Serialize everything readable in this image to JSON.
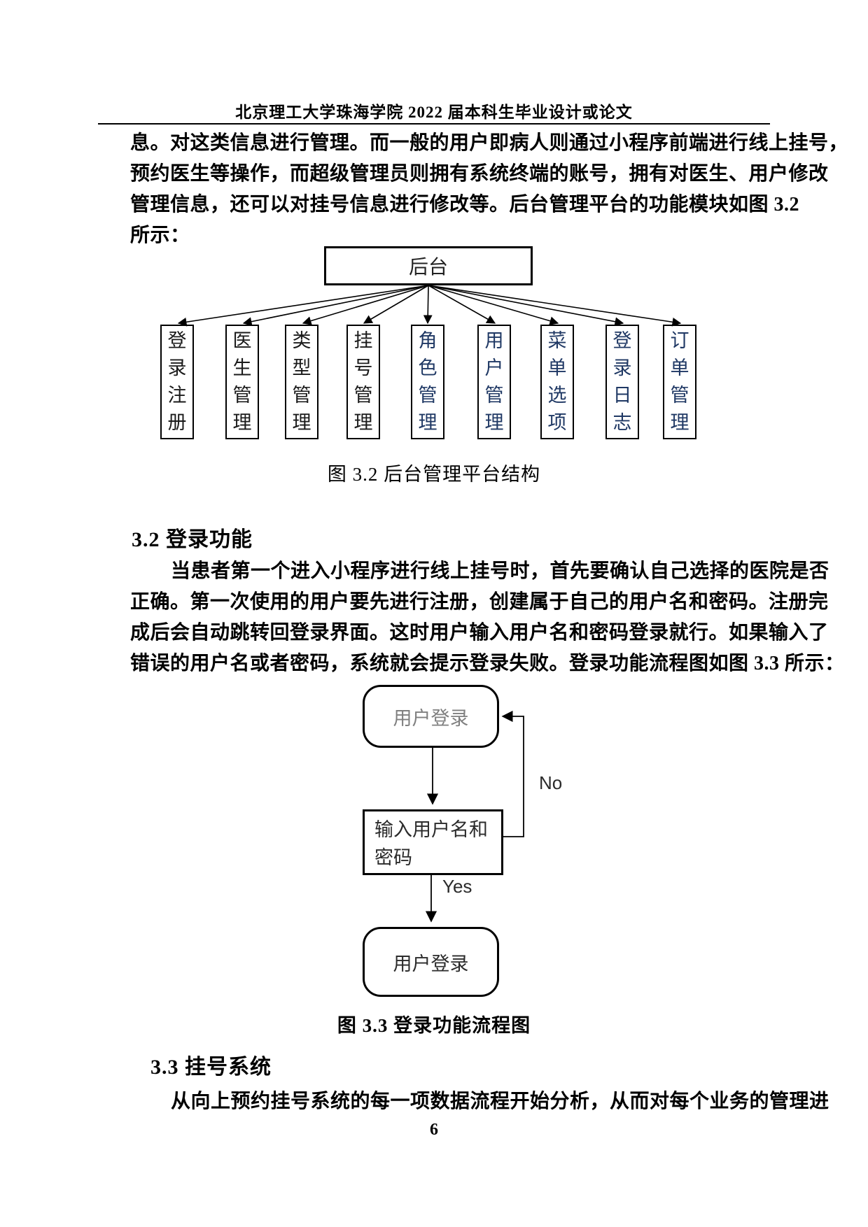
{
  "header": {
    "title": "北京理工大学珠海学院 2022 届本科生毕业设计或论文"
  },
  "para1": {
    "lines": [
      "息。对这类信息进行管理。而一般的用户即病人则通过小程序前端进行线上挂号，",
      "预约医生等操作，而超级管理员则拥有系统终端的账号，拥有对医生、用户修改",
      "管理信息，还可以对挂号信息进行修改等。后台管理平台的功能模块如图 3.2",
      "所示："
    ]
  },
  "figure32": {
    "root_label": "后台",
    "children": [
      {
        "label": "登录注册",
        "color": "#1a1a1a"
      },
      {
        "label": "医生管理",
        "color": "#1a1a1a"
      },
      {
        "label": "类型管理",
        "color": "#1a1a1a"
      },
      {
        "label": "挂号管理",
        "color": "#1a1a1a"
      },
      {
        "label": "角色管理",
        "color": "#1F3864"
      },
      {
        "label": "用户管理",
        "color": "#1F3864"
      },
      {
        "label": "菜单选项",
        "color": "#1F3864"
      },
      {
        "label": "登录日志",
        "color": "#1F3864"
      },
      {
        "label": "订单管理",
        "color": "#1F3864"
      }
    ],
    "caption": "图 3.2 后台管理平台结构"
  },
  "section32": {
    "heading": "3.2 登录功能",
    "lines": [
      "当患者第一个进入小程序进行线上挂号时，首先要确认自己选择的医院是否",
      "正确。第一次使用的用户要先进行注册，创建属于自己的用户名和密码。注册完",
      "成后会自动跳转回登录界面。这时用户输入用户名和密码登录就行。如果输入了",
      "错误的用户名或者密码，系统就会提示登录失败。登录功能流程图如图 3.3 所示："
    ]
  },
  "figure33": {
    "start_label": "用户登录",
    "input_label": "输入用户名和密码",
    "end_label": "用户登录",
    "yes_label": "Yes",
    "no_label": "No",
    "caption": "图 3.3 登录功能流程图"
  },
  "section33": {
    "heading": "3.3 挂号系统",
    "lines": [
      "从向上预约挂号系统的每一项数据流程开始分析，从而对每个业务的管理进"
    ]
  },
  "footer": {
    "page_number": "6"
  },
  "colors": {
    "diagram_blue": "#1F3864",
    "diagram_black": "#1a1a1a",
    "flow_start_text": "#7f7f7f",
    "flow_text": "#2b2b2b"
  }
}
